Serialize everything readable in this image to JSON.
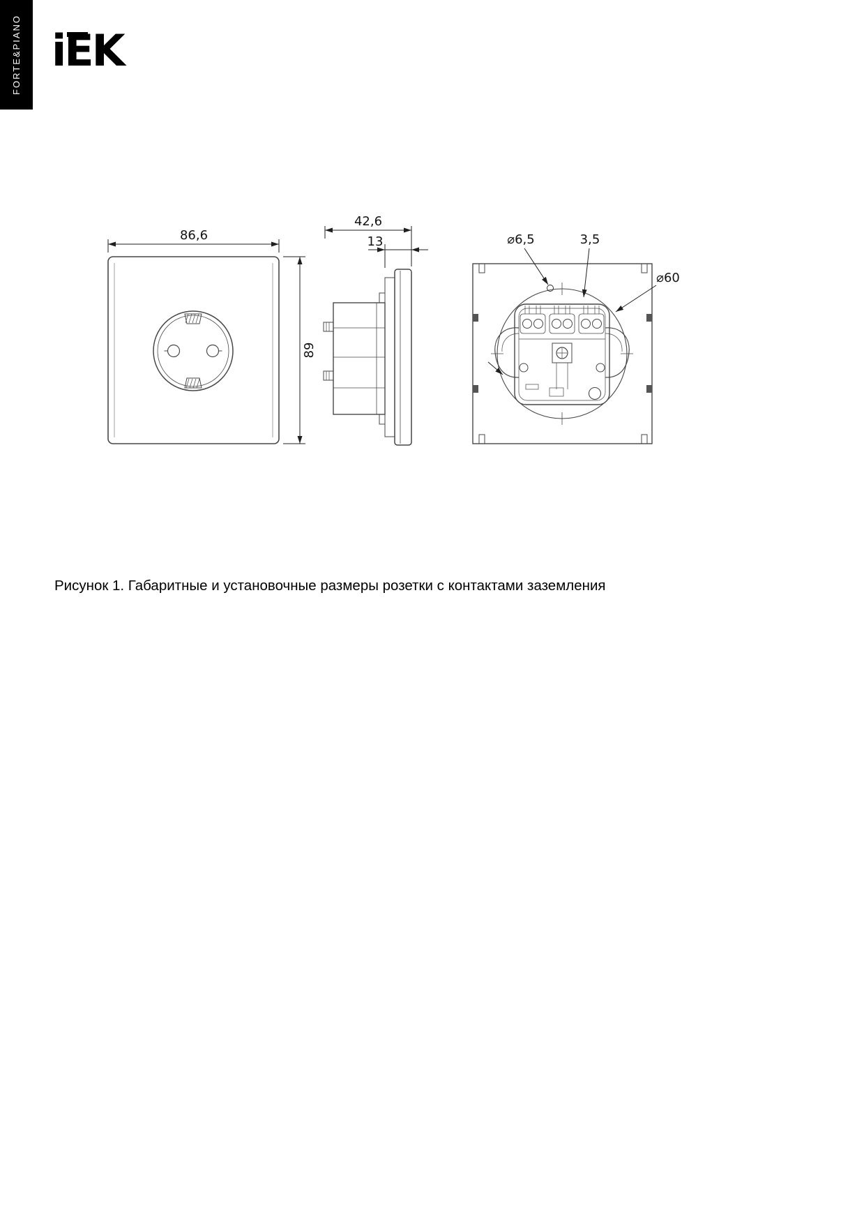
{
  "header": {
    "series_label": "FORTE&PIANO",
    "logo": {
      "i": "i",
      "e": "E",
      "k": "K"
    }
  },
  "figure": {
    "caption": "Рисунок 1. Габаритные и установочные размеры розетки с контактами заземления",
    "dimensions": {
      "front_width": "86,6",
      "front_height": "89",
      "side_depth": "42,6",
      "side_plate_thickness": "13",
      "hole_diameter": "⌀6,5",
      "slot_width": "3,5",
      "mount_circle_diameter": "⌀60"
    }
  }
}
